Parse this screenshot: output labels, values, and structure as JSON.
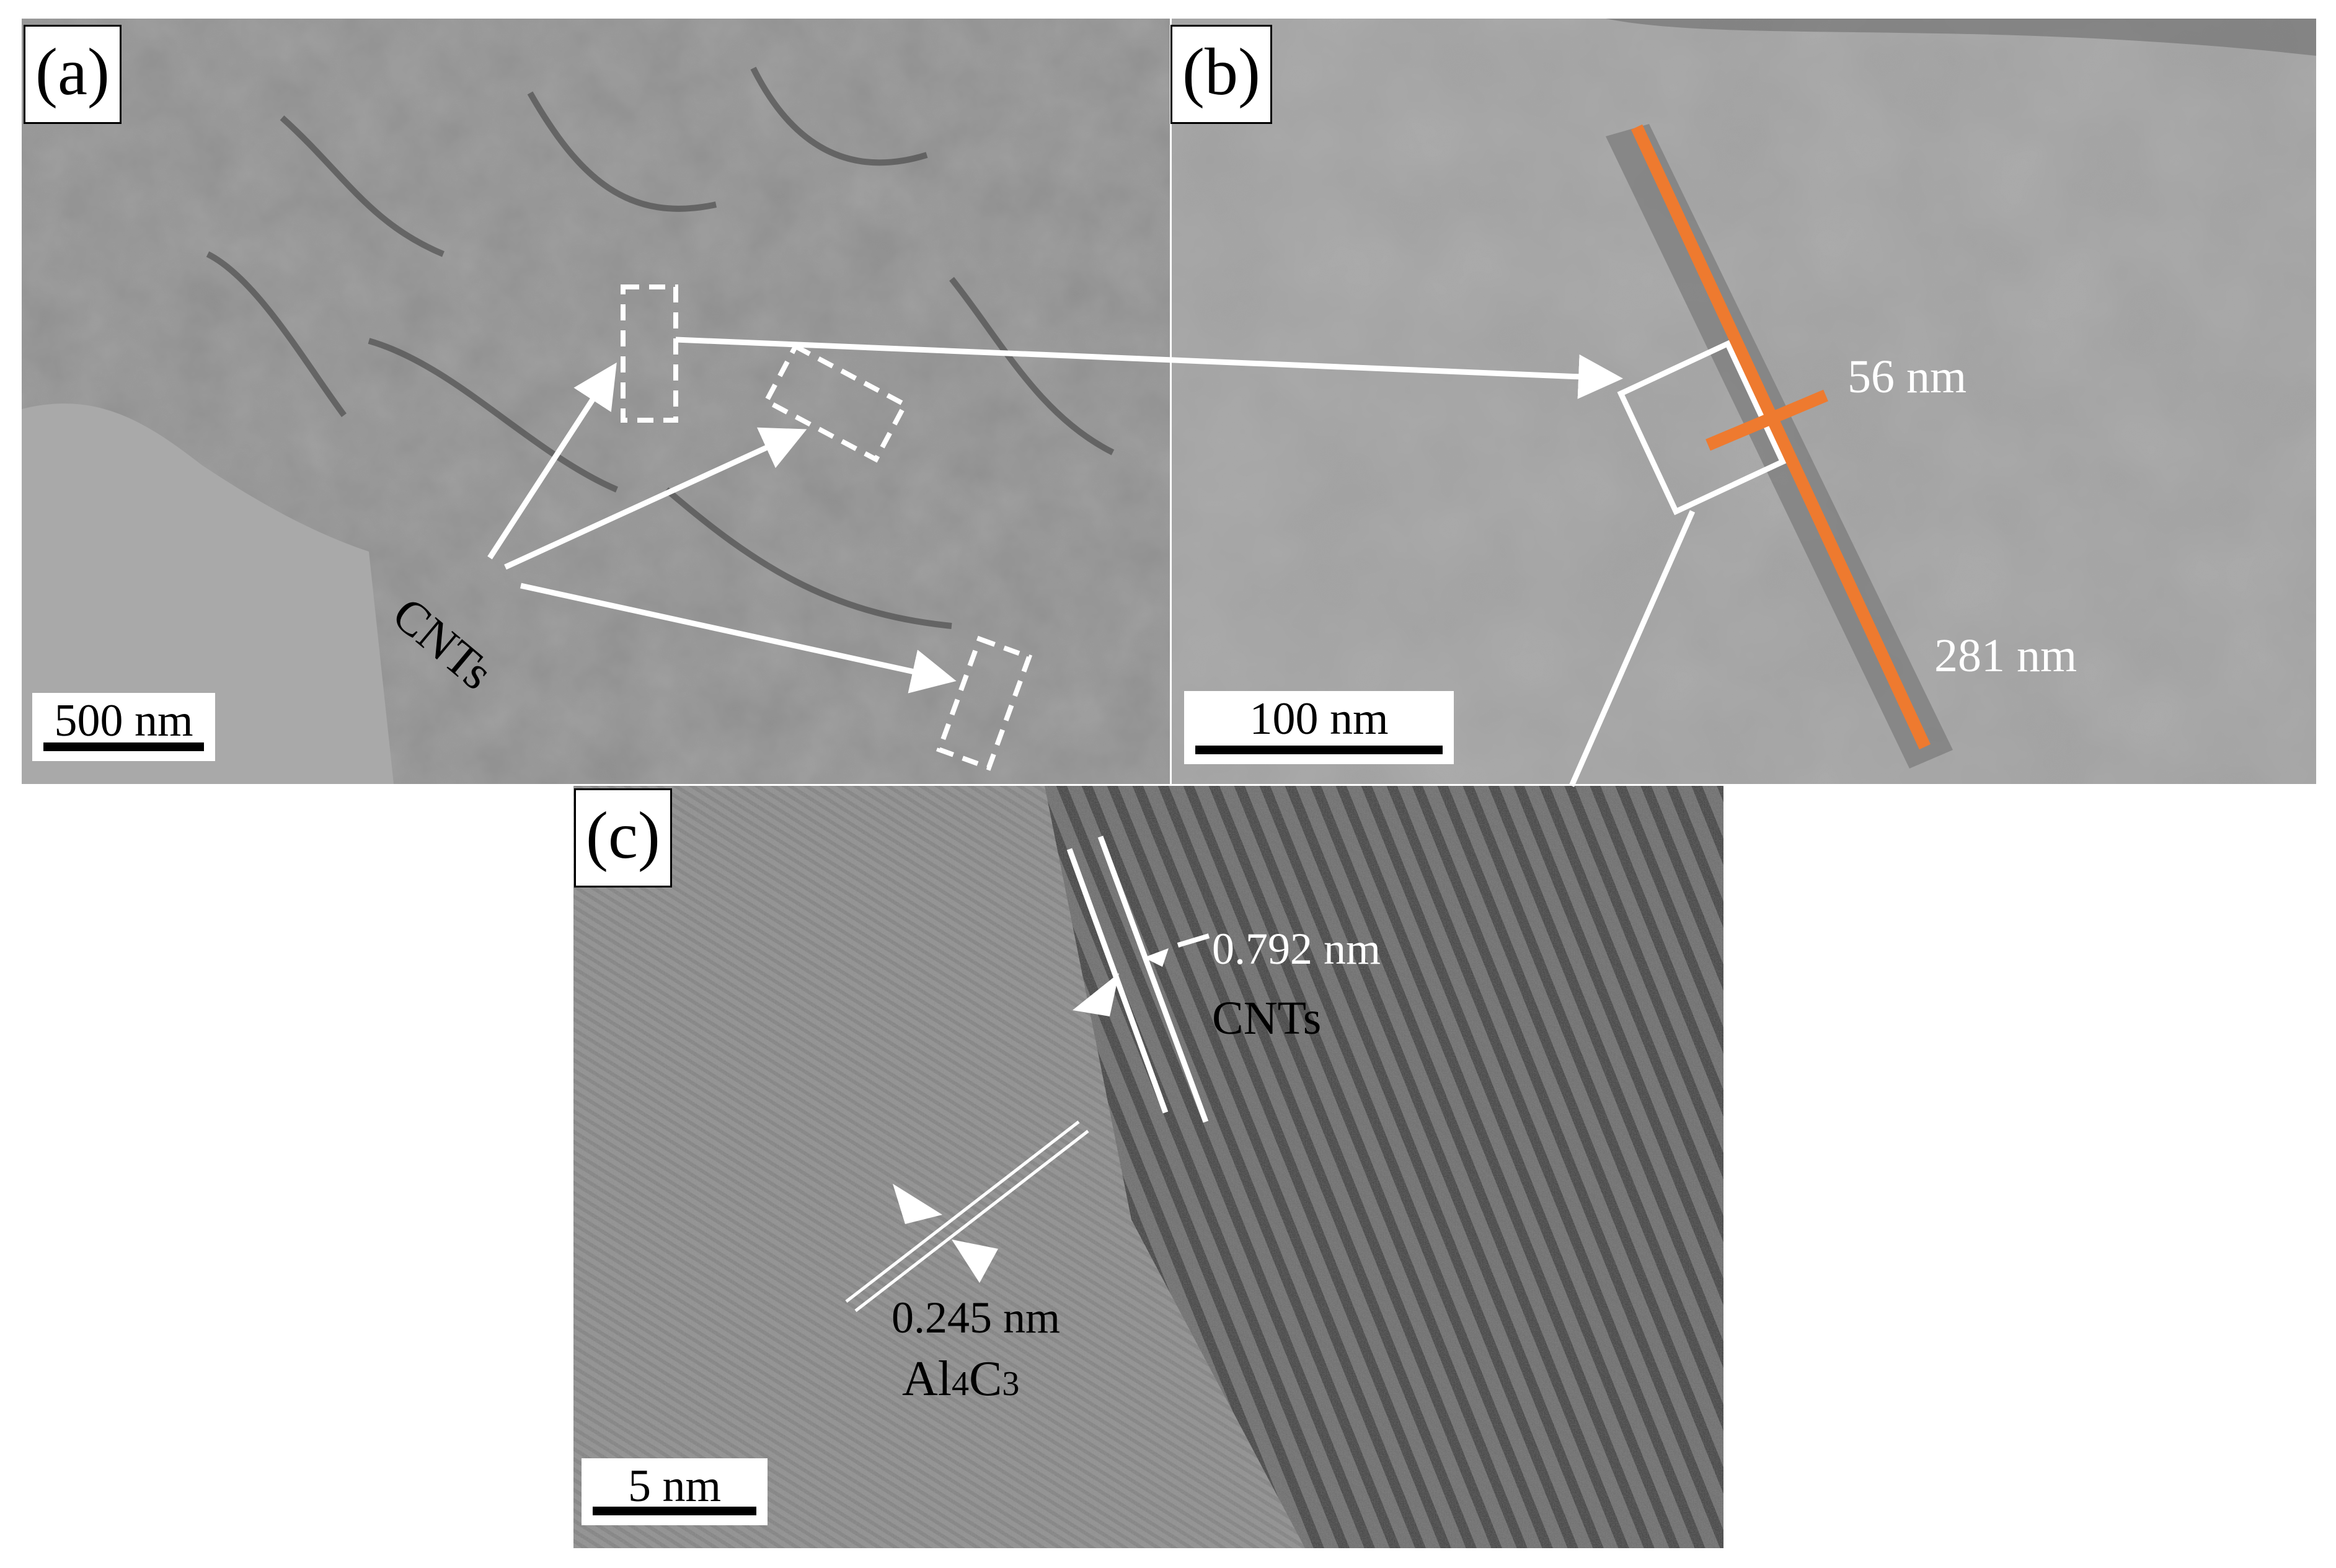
{
  "panels": {
    "a": {
      "letter": "(a)",
      "scale": "500 nm",
      "cnt_label": "CNTs"
    },
    "b": {
      "letter": "(b)",
      "scale": "100 nm",
      "width_label": "56 nm",
      "length_label": "281 nm"
    },
    "c": {
      "letter": "(c)",
      "scale": "5 nm",
      "cnt_spacing": "0.792 nm",
      "cnt_phase": "CNTs",
      "al_spacing": "0.245 nm",
      "al_phase_prefix": "Al",
      "al_phase_sub1": "4",
      "al_phase_mid": "C",
      "al_phase_sub2": "3"
    }
  },
  "colors": {
    "annotation": "#ffffff",
    "measure": "#ee7a2f",
    "frame": "#000000"
  }
}
